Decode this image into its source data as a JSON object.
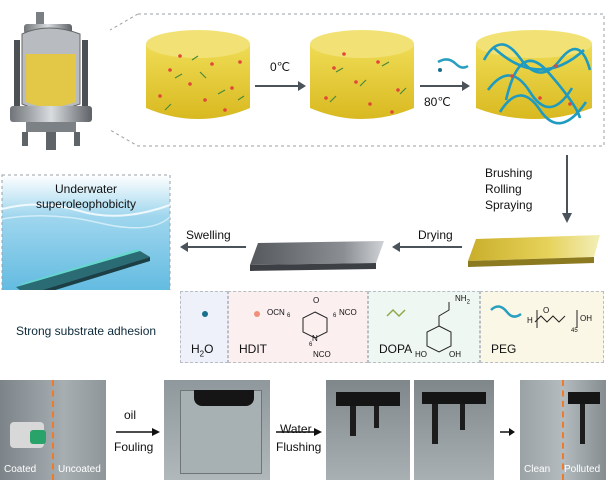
{
  "process": {
    "cool_temp": "0℃",
    "heat_temp": "80℃",
    "coating_methods": [
      "Brushing",
      "Rolling",
      "Spraying"
    ],
    "step_drying": "Drying",
    "step_swelling": "Swelling"
  },
  "underwater_panel": {
    "title_line1": "Underwater",
    "title_line2": "superoleophobicity",
    "adhesion_label": "Strong substrate adhesion"
  },
  "legend": {
    "water": {
      "sub_h": "H",
      "sub_2": "2",
      "sub_o": "O",
      "color": "#1a6f8c"
    },
    "hdit": {
      "label": "HDIT",
      "color": "#f0907a",
      "formula": {
        "nco_left": "OCN",
        "nco_right": "NCO",
        "nco_bottom": "NCO",
        "sub6a": "6",
        "sub6b": "6",
        "sub6c": "6",
        "o": "O",
        "n": "N"
      }
    },
    "dopa": {
      "label": "DOPA",
      "color": "#8fa84a",
      "nh2": "NH",
      "nh2_sub": "2",
      "ho": "HO",
      "oh": "OH"
    },
    "peg": {
      "label": "PEG",
      "color": "#2a9fbf",
      "h": "H",
      "o": "O",
      "oh": "OH",
      "sub": "45"
    }
  },
  "fouling_test": {
    "label_coated": "Coated",
    "label_uncoated": "Uncoated",
    "step1_top": "oil",
    "step1_bottom": "Fouling",
    "step2_top": "Water",
    "step2_bottom": "Flushing",
    "label_clean": "Clean",
    "label_polluted": "Polluted"
  },
  "colors": {
    "gel": "#e6cf3a",
    "water": "#3aa9d8",
    "arrow": "#4a525a",
    "divider": "#f07a2a"
  }
}
